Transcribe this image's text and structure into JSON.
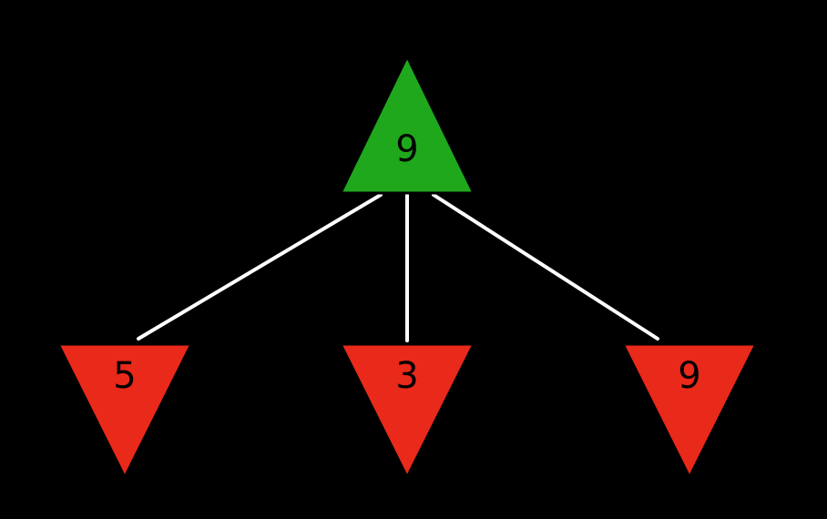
{
  "diagram": {
    "type": "tree",
    "description": "game tree with one max node and three min leaf nodes",
    "background": "#000000",
    "edge_color": "#ffffff",
    "root": {
      "value": "9",
      "shape": "triangle-up",
      "role": "max-node",
      "color": "#1fa81c"
    },
    "children": [
      {
        "value": "5",
        "shape": "triangle-down",
        "role": "min-node",
        "color": "#e9291a"
      },
      {
        "value": "3",
        "shape": "triangle-down",
        "role": "min-node",
        "color": "#e9291a"
      },
      {
        "value": "9",
        "shape": "triangle-down",
        "role": "min-node",
        "color": "#e9291a"
      }
    ]
  }
}
